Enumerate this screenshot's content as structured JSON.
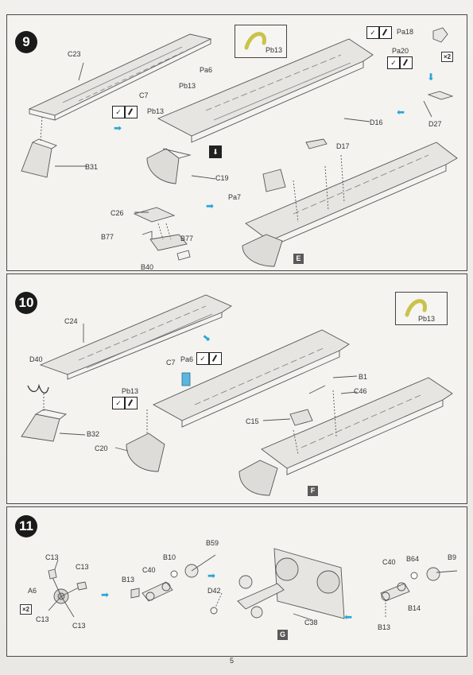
{
  "page_number": "5",
  "multiplier": "×2",
  "icons": {
    "glue": "cement-bottle-icon",
    "cut": "knife-icon",
    "arrow_color": "#2aa6d6"
  },
  "steps": [
    {
      "number": "9",
      "swatch": "Pb13",
      "subassembly": "E",
      "labels": {
        "c23": "C23",
        "b31": "B31",
        "c7": "C7",
        "pb13a": "Pb13",
        "pb13b": "Pb13",
        "pa6": "Pa6",
        "c19": "C19",
        "c26": "C26",
        "b77a": "B77",
        "b77b": "B77",
        "b40": "B40",
        "pa7": "Pa7",
        "d16": "D16",
        "d17": "D17",
        "pa18": "Pa18",
        "pa20": "Pa20",
        "d27": "D27"
      }
    },
    {
      "number": "10",
      "swatch": "Pb13",
      "subassembly": "F",
      "labels": {
        "c24": "C24",
        "d40": "D40",
        "b32": "B32",
        "c7": "C7",
        "pa6": "Pa6",
        "pb13": "Pb13",
        "c20": "C20",
        "b1": "B1",
        "c46": "C46",
        "c15": "C15"
      }
    },
    {
      "number": "11",
      "subassembly": "G",
      "labels": {
        "c13a": "C13",
        "c13b": "C13",
        "c13c": "C13",
        "c13d": "C13",
        "a6": "A6",
        "b13a": "B13",
        "c40a": "C40",
        "b10": "B10",
        "b59": "B59",
        "d42": "D42",
        "c38": "C38",
        "c40b": "C40",
        "b64": "B64",
        "b9": "B9",
        "b14": "B14",
        "b13b": "B13"
      }
    }
  ]
}
